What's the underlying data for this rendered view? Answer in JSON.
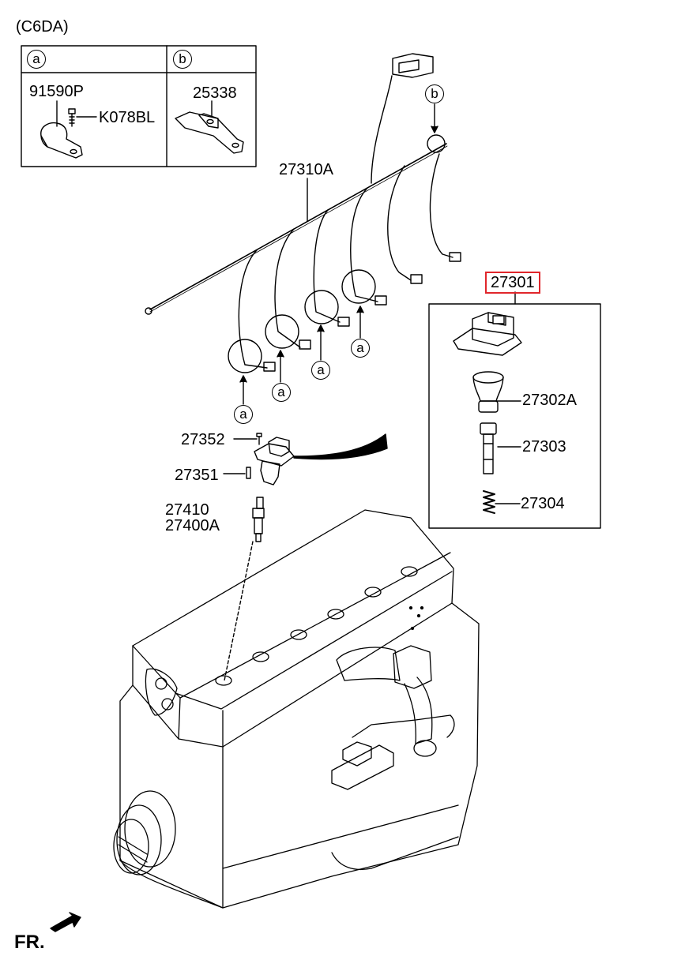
{
  "model_code": "(C6DA)",
  "legend": {
    "a_letter": "a",
    "b_letter": "b",
    "a_parts": [
      "91590P",
      "K078BL"
    ],
    "b_parts": [
      "25338"
    ]
  },
  "callout_letters": {
    "a": "a",
    "b": "b"
  },
  "parts": {
    "harness": "27310A",
    "coil_assy": "27301",
    "boot": "27302A",
    "rod": "27303",
    "spring": "27304",
    "bolt": "27352",
    "pin": "27351",
    "plug": "27410",
    "plug_set": "27400A"
  },
  "highlighted_part": "27301",
  "direction_label": "FR."
}
